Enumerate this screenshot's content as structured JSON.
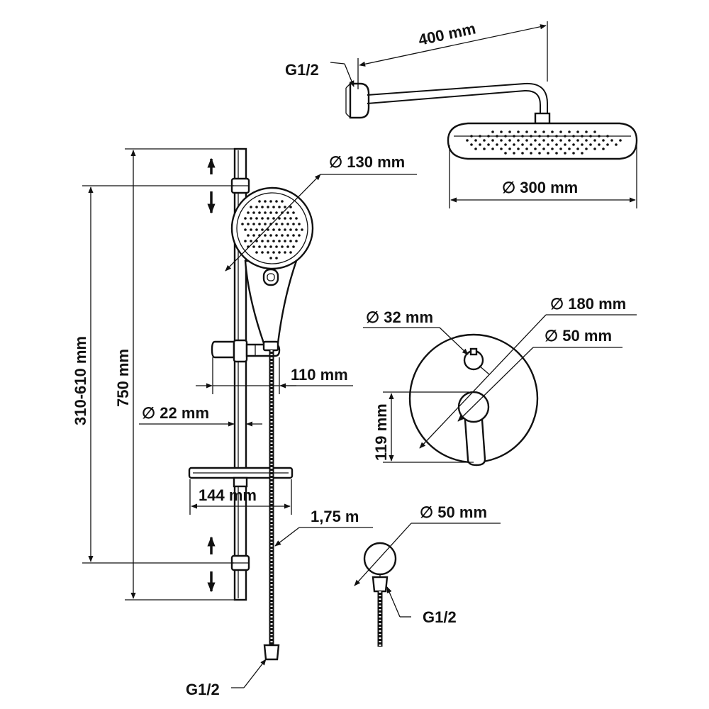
{
  "labels": {
    "arm_length": "400 mm",
    "arm_thread": "G1/2",
    "head_diameter": "300 mm",
    "hand_shower_diameter": "130 mm",
    "rail_adjust_range": "310-610 mm",
    "rail_length": "750 mm",
    "holder_projection": "110 mm",
    "rail_diameter": "22 mm",
    "soap_dish_width": "144 mm",
    "hose_length": "1,75 m",
    "hose_thread": "G1/2",
    "knob_diameter": "32 mm",
    "plate_diameter": "180 mm",
    "lever_diameter": "50 mm",
    "mixer_height": "119 mm",
    "outlet_diameter": "50 mm",
    "outlet_thread": "G1/2"
  },
  "diameter_symbol": "∅"
}
